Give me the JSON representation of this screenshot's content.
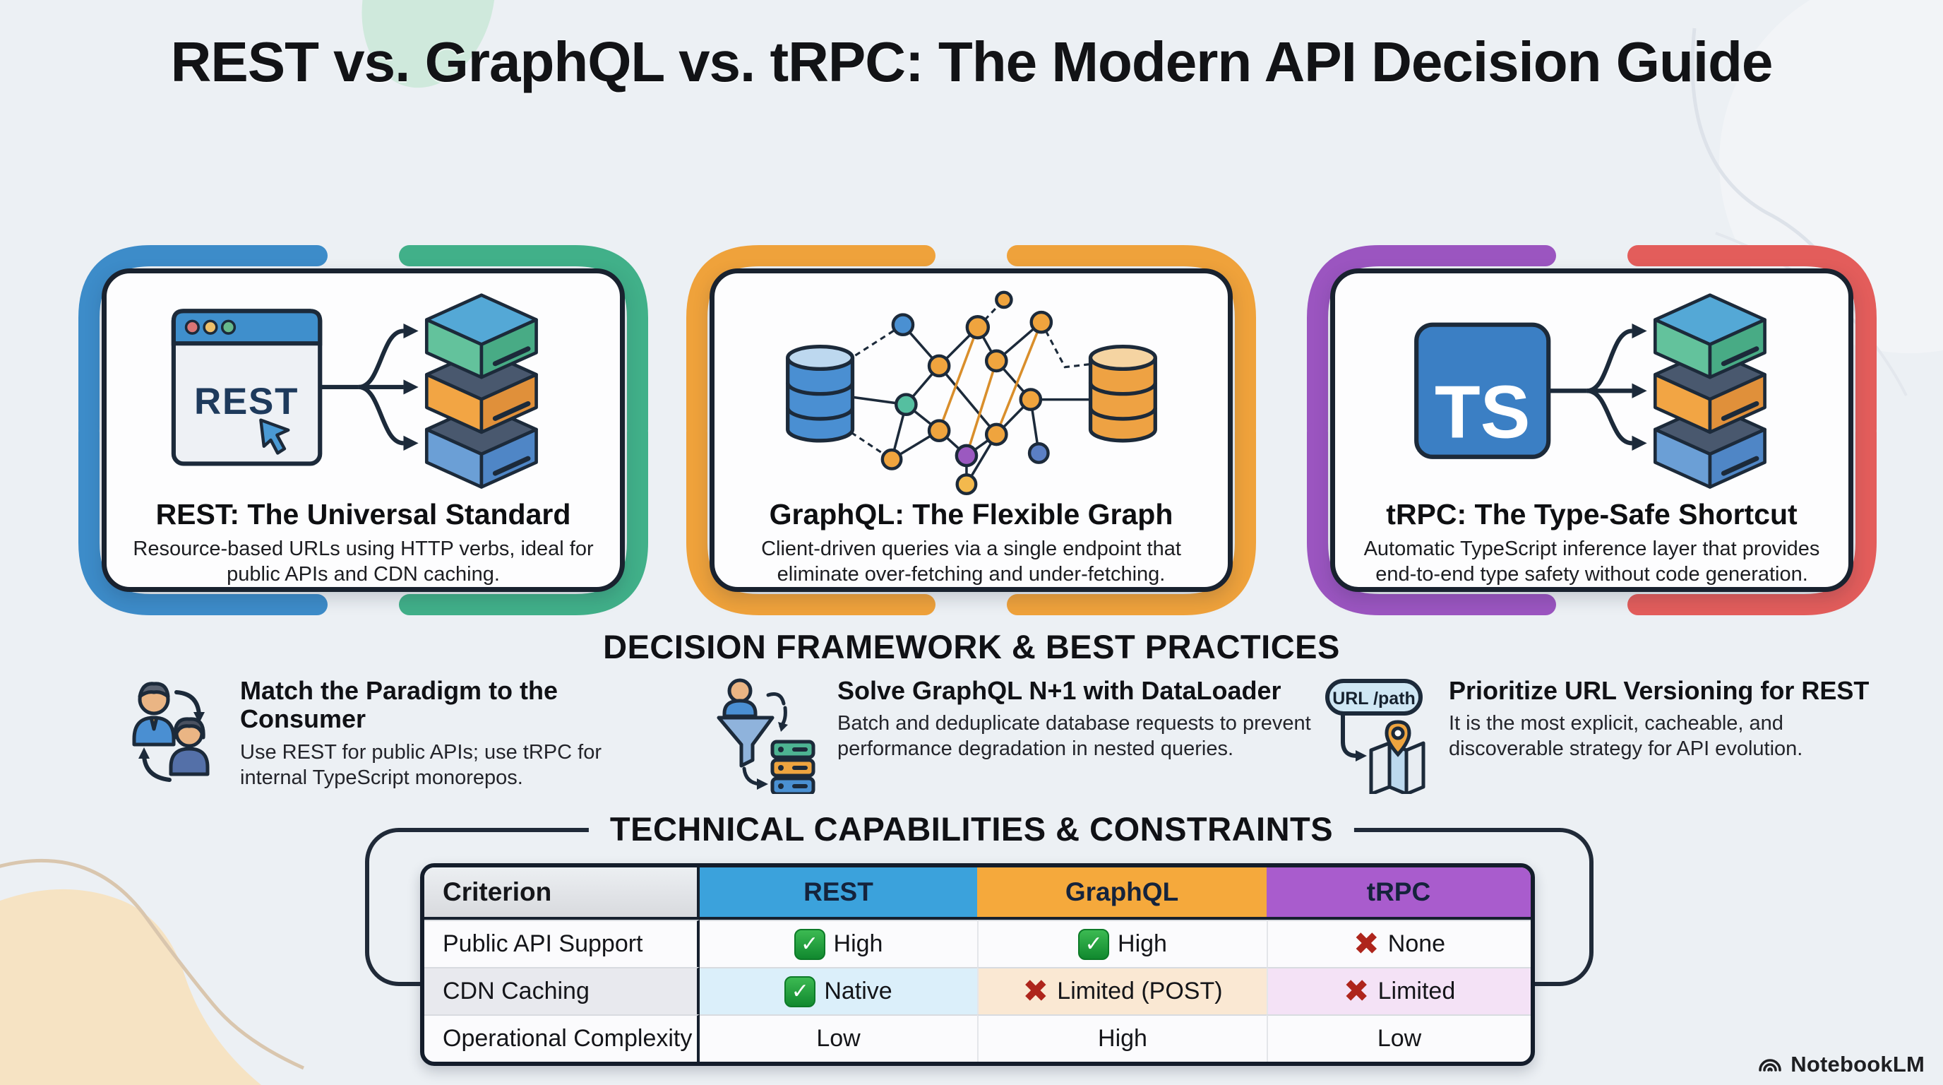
{
  "page": {
    "title": "REST vs. GraphQL vs. tRPC: The Modern API Decision Guide",
    "watermark": "NotebookLM",
    "background_color": "#ecf0f4"
  },
  "icons": {
    "check_glyph": "✓",
    "cross_glyph": "✖"
  },
  "cards": [
    {
      "id": "rest",
      "title": "REST: The Universal Standard",
      "description": "Resource-based URLs using HTTP verbs, ideal for public APIs and CDN caching.",
      "icon": "browser-to-resources-icon",
      "icon_label": "REST",
      "accent_left": "#3d8cc9",
      "accent_right": "#41b089"
    },
    {
      "id": "graphql",
      "title": "GraphQL: The Flexible Graph",
      "description": "Client-driven queries via a single endpoint that eliminate over-fetching and under-fetching.",
      "icon": "graph-network-icon",
      "accent_left": "#efa23b",
      "accent_right": "#efa23b"
    },
    {
      "id": "trpc",
      "title": "tRPC: The Type-Safe Shortcut",
      "description": "Automatic TypeScript inference layer that provides end-to-end type safety without code generation.",
      "icon": "typescript-to-resources-icon",
      "icon_label": "TS",
      "accent_left": "#9b55c0",
      "accent_right": "#e35d5b"
    }
  ],
  "sections": {
    "framework": {
      "heading": "DECISION FRAMEWORK & BEST PRACTICES",
      "items": [
        {
          "icon": "people-swap-icon",
          "title": "Match the Paradigm to the Consumer",
          "description": "Use REST for public APIs; use tRPC for internal TypeScript monorepos."
        },
        {
          "icon": "funnel-dataloader-icon",
          "title": "Solve GraphQL N+1 with DataLoader",
          "description": "Batch and deduplicate database requests to prevent performance degradation in nested queries."
        },
        {
          "icon": "url-map-icon",
          "badge": "URL /path",
          "title": "Prioritize URL Versioning for REST",
          "description": "It is the most explicit, cacheable, and discoverable strategy for API evolution."
        }
      ]
    },
    "capabilities": {
      "heading": "TECHNICAL CAPABILITIES & CONSTRAINTS"
    }
  },
  "table": {
    "columns": [
      "Criterion",
      "REST",
      "GraphQL",
      "tRPC"
    ],
    "header_colors": {
      "rest": "#3ba2dc",
      "graphql": "#f5a93c",
      "trpc": "#a95ccd"
    },
    "row_highlight_colors": {
      "rest": "#dbeffa",
      "graphql": "#fae8d3",
      "trpc": "#f4e2f6"
    },
    "marks": [
      [
        "check",
        "check",
        "cross"
      ],
      [
        "check",
        "cross",
        "cross"
      ],
      [
        null,
        null,
        null
      ]
    ],
    "rows": [
      {
        "criterion": "Public API Support",
        "rest": "High",
        "graphql": "High",
        "trpc": "None"
      },
      {
        "criterion": "CDN Caching",
        "rest": "Native",
        "graphql": "Limited (POST)",
        "trpc": "Limited"
      },
      {
        "criterion": "Operational Complexity",
        "rest": "Low",
        "graphql": "High",
        "trpc": "Low"
      }
    ]
  }
}
